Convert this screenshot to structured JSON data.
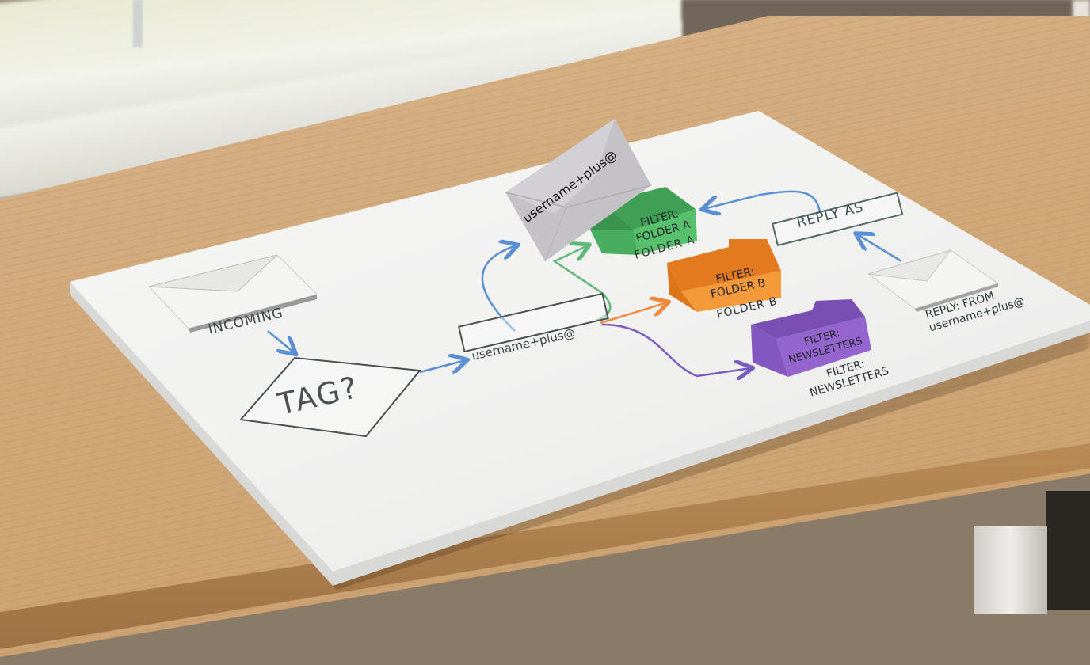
{
  "scene": {
    "description": "Paper flowchart on a wooden desk illustrating plus-addressing email routing",
    "colors": {
      "wood": "#d0a878",
      "paper": "#f3f3f2",
      "arrow_blue": "#5b8fd4",
      "arrow_green": "#5fb77a",
      "arrow_orange": "#f08a3c",
      "arrow_purple": "#7a5cc0",
      "tray_green": "#4cb862",
      "tray_orange": "#f28c2c",
      "tray_purple": "#8a5cc4",
      "ink": "#3d4548"
    }
  },
  "flowchart": {
    "incoming_label": "INCOMING",
    "decision_label": "TAG?",
    "address_box_label": "username+plus@",
    "floating_envelope_label": "username+plus@",
    "reply_as_label": "REPLY AS",
    "reply_from_line1": "REPLY: FROM",
    "reply_from_line2": "username+plus@",
    "trays": [
      {
        "front_line1": "FILTER:",
        "front_line2": "FOLDER A",
        "caption_line1": "FOLDER A",
        "caption_line2": "",
        "color": "#4cb862"
      },
      {
        "front_line1": "FILTER:",
        "front_line2": "FOLDER B",
        "caption_line1": "FOLDER B",
        "caption_line2": "",
        "color": "#f28c2c"
      },
      {
        "front_line1": "FILTER:",
        "front_line2": "NEWSLETTERS",
        "caption_line1": "FILTER:",
        "caption_line2": "NEWSLETTERS",
        "color": "#8a5cc4"
      }
    ]
  }
}
